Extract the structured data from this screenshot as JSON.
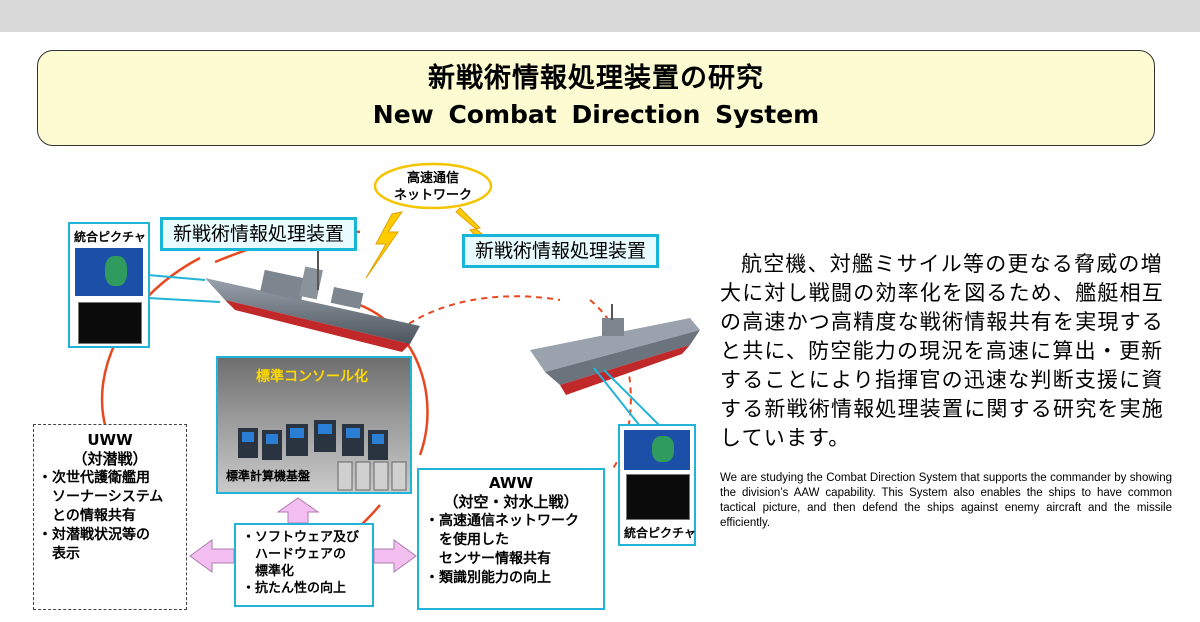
{
  "title": {
    "jp": "新戦術情報処理装置の研究",
    "en": "New Combat Direction System"
  },
  "network_label": [
    "高速通信",
    "ネットワーク"
  ],
  "system_labels": {
    "left": "新戦術情報処理装置",
    "right": "新戦術情報処理装置"
  },
  "picture_labels": {
    "left": "統合ピクチャ",
    "right": "統合ピクチャ"
  },
  "console": {
    "title": "標準コンソール化",
    "subtitle": "標準計算機基盤"
  },
  "uww": {
    "head1": "UWW",
    "head2": "（対潜戦）",
    "items": [
      "・次世代護衛艦用",
      "　ソーナーシステム",
      "　との情報共有",
      "・対潜戦状況等の",
      "　表示"
    ]
  },
  "aww": {
    "head1": "AWW",
    "head2": "（対空・対水上戦）",
    "items": [
      "・高速通信ネットワーク",
      "　を使用した",
      "　センサー情報共有",
      "・類識別能力の向上"
    ]
  },
  "center": {
    "items": [
      "・ソフトウェア及び",
      "　ハードウェアの",
      "　標準化",
      "・抗たん性の向上"
    ]
  },
  "description": {
    "jp": "航空機、対艦ミサイル等の更なる脅威の増大に対し戦闘の効率化を図るため、艦艇相互の高速かつ高精度な戦術情報共有を実現すると共に、防空能力の現況を高速に算出・更新することにより指揮官の迅速な判断支援に資する新戦術情報処理装置に関する研究を実施しています。",
    "en": "We are studying the Combat Direction System that supports the commander by showing the division’s AAW capability. This System also enables the ships  to have common tactical picture, and then defend the ships against enemy aircraft and the missile efficiently."
  },
  "colors": {
    "header_bg": "#fcfbd2",
    "label_border": "#18b6d6",
    "network_ellipse": "#f5c400",
    "link_red": "#e8481f",
    "arrow_fill": "#f2bff0"
  }
}
